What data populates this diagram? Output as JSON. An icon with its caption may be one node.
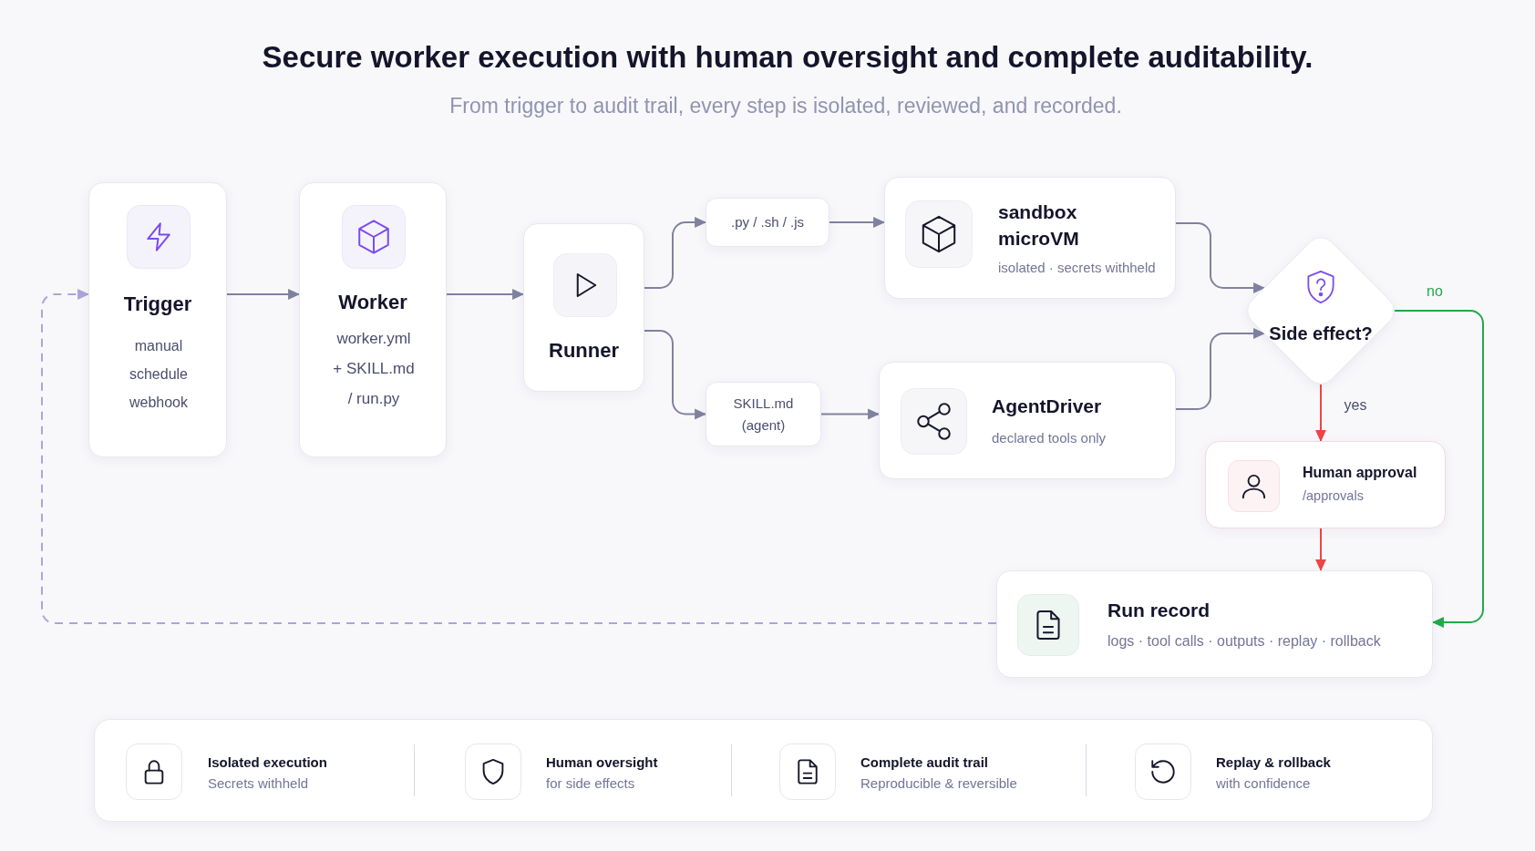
{
  "diagram": {
    "title": "Secure worker execution with human oversight and complete auditability.",
    "nodes": [
      {
        "text": [
          "Trigger",
          "manual",
          "schedule",
          "webhook"
        ]
      },
      {
        "text": [
          "Worker",
          "worker.yml + SKILL.md / run.py"
        ]
      },
      {
        "text": [
          "Runner"
        ]
      },
      {
        "text": [
          ".py / .sh / .js"
        ]
      },
      {
        "text": [
          "SKILL.md (agent)"
        ]
      },
      {
        "text": [
          "sandbox microVM",
          "isolated · secrets withheld"
        ]
      },
      {
        "text": [
          "AgentDriver",
          "declared tools only"
        ]
      },
      {
        "text": [
          "Side effect?"
        ]
      },
      {
        "text": [
          "Human approval",
          "/approvals"
        ]
      },
      {
        "text": [
          "Run record",
          "logs · tool calls · outputs · replay · rollback"
        ]
      },
      {
        "text": [
          "Isolated execution",
          "Secrets withheld",
          "Human oversight",
          "for side effects",
          "Complete audit trail",
          "Reproducible & reversible",
          "Replay & rollback",
          "with confidence"
        ]
      }
    ],
    "edges": [
      {
        "from": 0,
        "to": 1,
        "arrow": "to"
      },
      {
        "from": 1,
        "to": 2,
        "arrow": "to"
      },
      {
        "from": 2,
        "to": 3,
        "arrow": "to"
      },
      {
        "from": 2,
        "to": 4,
        "arrow": "to"
      },
      {
        "from": 3,
        "to": 5,
        "arrow": "to"
      },
      {
        "from": 4,
        "to": 6,
        "arrow": "to"
      },
      {
        "from": 5,
        "to": 7,
        "arrow": "to"
      },
      {
        "from": 6,
        "to": 7,
        "arrow": "to"
      },
      {
        "from": 7,
        "to": 8,
        "arrow": "to",
        "label": "yes",
        "color": "#ef4444"
      },
      {
        "from": 8,
        "to": 9,
        "arrow": "to",
        "color": "#ef4444"
      },
      {
        "from": 7,
        "to": 9,
        "arrow": "to",
        "label": "no",
        "color": "#22a94a"
      },
      {
        "from": 9,
        "to": 0,
        "arrow": "to",
        "style": "dashed",
        "color": "#a9a6d9"
      }
    ],
    "labels": [
      "From trigger to audit trail, every step is isolated, reviewed, and recorded."
    ]
  }
}
